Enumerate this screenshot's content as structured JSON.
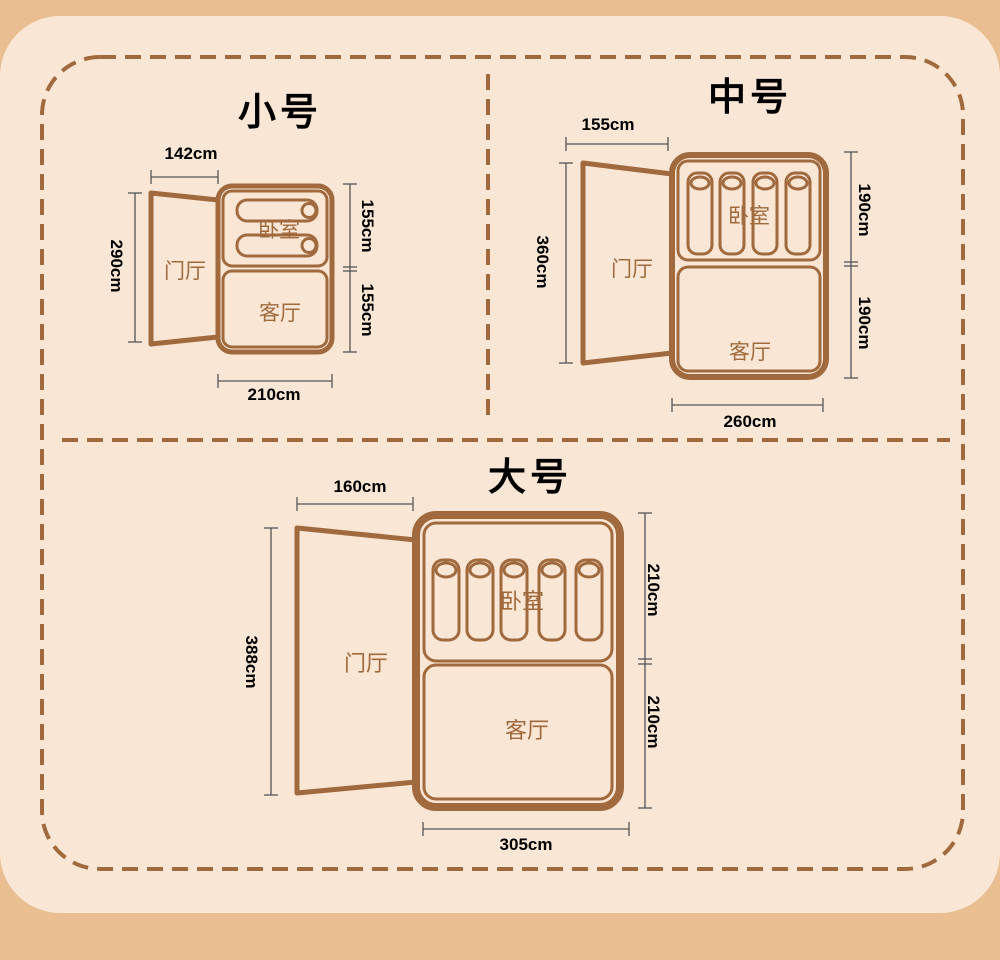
{
  "panels": {
    "small": {
      "title": "小号",
      "rooms": {
        "vestibule": "门厅",
        "bedroom": "卧室",
        "living": "客厅"
      },
      "dims": {
        "vestibule_depth": "142cm",
        "vestibule_height": "290cm",
        "bedroom": "155cm",
        "living": "155cm",
        "width": "210cm"
      },
      "sleeping_pads": 2
    },
    "medium": {
      "title": "中号",
      "rooms": {
        "vestibule": "门厅",
        "bedroom": "卧室",
        "living": "客厅"
      },
      "dims": {
        "vestibule_depth": "155cm",
        "vestibule_height": "360cm",
        "bedroom": "190cm",
        "living": "190cm",
        "width": "260cm"
      },
      "sleeping_pads": 4
    },
    "large": {
      "title": "大号",
      "rooms": {
        "vestibule": "门厅",
        "bedroom": "卧室",
        "living": "客厅"
      },
      "dims": {
        "vestibule_depth": "160cm",
        "vestibule_height": "388cm",
        "bedroom": "210cm",
        "living": "210cm",
        "width": "305cm"
      },
      "sleeping_pads": 5
    }
  },
  "colors": {
    "outer_background": "#e9bf91",
    "card_background": "#f9e6d4",
    "accent_brown": "#a06a3e",
    "text": "#000000"
  }
}
